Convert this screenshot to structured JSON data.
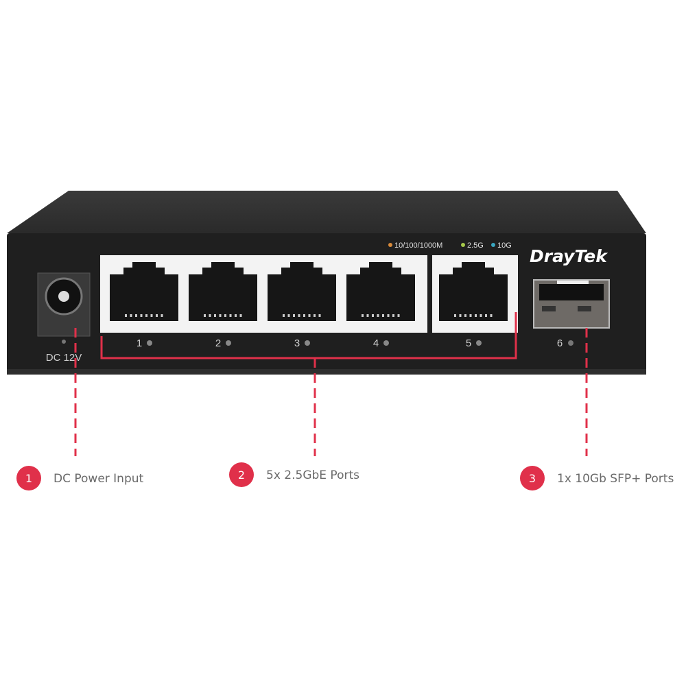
{
  "device": {
    "brand": "DrayTek",
    "legend": [
      {
        "label": "10/100/1000M",
        "color": "#d88a3a"
      },
      {
        "label": "2.5G",
        "color": "#a6c94a"
      },
      {
        "label": "10G",
        "color": "#3aa6c0"
      }
    ],
    "power_label": "DC 12V",
    "ports": [
      "1",
      "2",
      "3",
      "4",
      "5"
    ],
    "sfp_port": "6"
  },
  "callouts": [
    {
      "number": "1",
      "label": "DC Power Input"
    },
    {
      "number": "2",
      "label": "5x 2.5GbE Ports"
    },
    {
      "number": "3",
      "label": "1x 10Gb SFP+ Ports"
    }
  ],
  "colors": {
    "accent": "#e0304a",
    "body": "#232323"
  }
}
